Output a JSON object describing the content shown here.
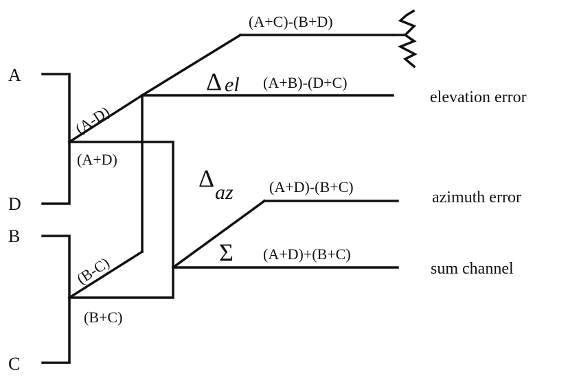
{
  "inputs": {
    "a": "A",
    "d": "D",
    "b": "B",
    "c": "C"
  },
  "combiner_labels": {
    "a_minus_d": "(A-D)",
    "a_plus_d": "(A+D)",
    "b_minus_c": "(B-C)",
    "b_plus_c": "(B+C)"
  },
  "outputs": {
    "terminated": {
      "formula": "(A+C)-(B+D)"
    },
    "elevation": {
      "symbol": "Δ",
      "subscript": "el",
      "formula": "(A+B)-(D+C)",
      "name": "elevation error"
    },
    "azimuth": {
      "symbol": "Δ",
      "subscript": "az",
      "formula": "(A+D)-(B+C)",
      "name": "azimuth error"
    },
    "sum": {
      "symbol": "Σ",
      "formula": "(A+D)+(B+C)",
      "name": "sum channel"
    }
  },
  "icons": {
    "termination": "resistor-termination-icon"
  },
  "colors": {
    "line": "#111111",
    "background": "#ffffff"
  }
}
